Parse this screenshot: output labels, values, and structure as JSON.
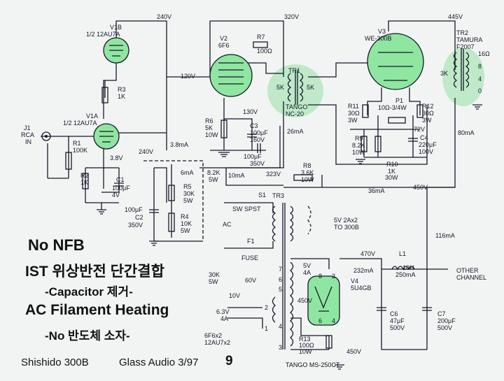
{
  "notes": {
    "line1": "No NFB",
    "line2": "IST 위상반전 단간결합",
    "line3": "-Capacitor 제거-",
    "line4": "AC Filament Heating",
    "line5": "-No 반도체 소자-"
  },
  "footer": {
    "left": "Shishido 300B",
    "mid": "Glass Audio 3/97",
    "page": "9",
    "transformer": "TANGO MS-250CT"
  },
  "tubes": {
    "v1b": [
      "V1B",
      "1/2 12AU7A"
    ],
    "v1a": [
      "V1A",
      "1/2 12AU7A"
    ],
    "v2": [
      "V2",
      "6F6"
    ],
    "v3": [
      "V3",
      "WE-300B"
    ],
    "v4": [
      "V4",
      "5U4GB"
    ]
  },
  "transformers": {
    "tr1": [
      "TR1",
      "TANGO",
      "NC-20"
    ],
    "tr2": [
      "TR2",
      "TAMURA",
      "F2007"
    ],
    "tr3": "TR3",
    "tr1_taps": [
      "5K",
      "5K"
    ],
    "tr2_taps": [
      "3K",
      "16Ω",
      "8",
      "4",
      "0"
    ]
  },
  "input": [
    "J1",
    "RCA",
    "IN"
  ],
  "voltages": {
    "v240": "240V",
    "v320": "320V",
    "v445": "445V",
    "v120": "120V",
    "v130": "130V",
    "v240b": "240V",
    "v38": "3.8V",
    "v72": "72V",
    "v323": "323V",
    "v450": "450V",
    "v470": "470V",
    "v450b": "450V",
    "v60": "60V",
    "v10": "10V",
    "v450c": "450V"
  },
  "currents": {
    "i38": "3.8mA",
    "i6": "6mA",
    "i10": "10mA",
    "i26": "26mA",
    "i36": "36mA",
    "i80": "80mA",
    "i116": "116mA",
    "i232": "232mA",
    "i250": "250mA"
  },
  "components": {
    "r3": [
      "R3",
      "1K"
    ],
    "r1": [
      "R1",
      "100K"
    ],
    "r2": [
      "R2",
      "1K"
    ],
    "c1": [
      "C1",
      "100μF",
      "4V"
    ],
    "r7": [
      "R7",
      "100Ω"
    ],
    "r6": [
      "R6",
      "5K",
      "10W"
    ],
    "c3": [
      "C3",
      "100μF",
      "160V"
    ],
    "c3b": [
      "100μF",
      "350V"
    ],
    "r11": [
      "R11",
      "30Ω",
      "3W"
    ],
    "p1": [
      "P1",
      "10Ω-3/4W"
    ],
    "r12": [
      "R12",
      "30Ω",
      "3W"
    ],
    "r9": [
      "R9",
      "8.2K",
      "10W"
    ],
    "r10": [
      "R10",
      "1K",
      "30W"
    ],
    "c4": [
      "C4",
      "220μF",
      "100V"
    ],
    "r8": [
      "R8",
      "3.6K",
      "10W"
    ],
    "rdrop": [
      "8.2K",
      "5W"
    ],
    "r5": [
      "R5",
      "30K",
      "5W"
    ],
    "r4": [
      "R4",
      "10K",
      "5W"
    ],
    "c2": [
      "100μF",
      "C2",
      "350V"
    ],
    "s1": [
      "S1",
      "SW SPST"
    ],
    "ac": "AC",
    "f1": [
      "F1",
      "FUSE"
    ],
    "sec": [
      "5V 2Ax2",
      "TO 300B"
    ],
    "fil": [
      "6.3V",
      "4A"
    ],
    "fil2": [
      "6F6x2",
      "12AU7x2"
    ],
    "r30k": [
      "30K",
      "5W"
    ],
    "rect": [
      "5V",
      "4A"
    ],
    "l1": [
      "L1",
      "10H"
    ],
    "c6": [
      "C6",
      "47μF",
      "500V"
    ],
    "c7": [
      "C7",
      "200μF",
      "500V"
    ],
    "r13": [
      "R13",
      "100Ω",
      "10W"
    ],
    "other": [
      "OTHER",
      "CHANNEL"
    ]
  },
  "pins": [
    "7",
    "6",
    "5",
    "4",
    "3",
    "2",
    "1",
    "8",
    "2",
    "6",
    "4"
  ],
  "colors": {
    "tube_glow": "#8fe6a0",
    "transformer_glow": "#bfe9c8",
    "ink": "#14182a"
  }
}
